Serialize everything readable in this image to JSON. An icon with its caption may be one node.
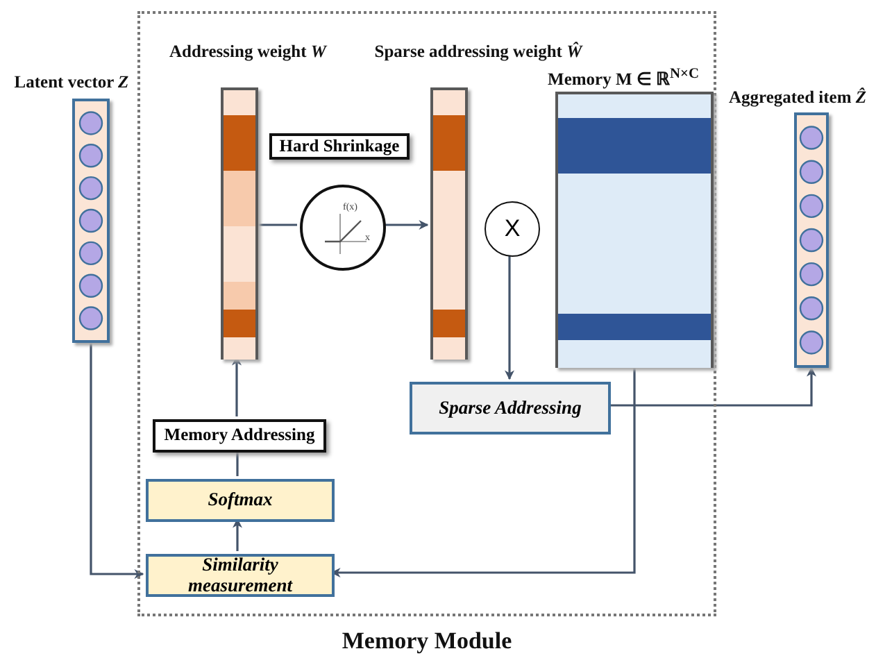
{
  "diagram": {
    "nodes": [
      {
        "text": [
          "Memory Module"
        ]
      },
      {
        "text": [
          "Latent vector *Z*"
        ]
      },
      {
        "text": [
          "Addressing weight *W*"
        ],
        "in": 0
      },
      {
        "text": [
          "Hard Shrinkage"
        ],
        "in": 0
      },
      {
        "text": [
          "f(x)",
          "x"
        ],
        "in": 0
      },
      {
        "text": [
          "Sparse addressing weight *Ŵ*"
        ],
        "in": 0
      },
      {
        "text": [
          "X"
        ],
        "in": 0
      },
      {
        "text": [
          "Memory M ∈ ℝ$^{N×C}$"
        ],
        "in": 0
      },
      {
        "text": [
          "Sparse Addressing"
        ],
        "in": 0
      },
      {
        "text": [
          "Memory Addressing"
        ],
        "in": 0
      },
      {
        "text": [
          "Softmax"
        ],
        "in": 0
      },
      {
        "text": [
          "Similarity measurement"
        ],
        "in": 0
      },
      {
        "text": [
          "Aggregated item *Ẑ*"
        ]
      }
    ],
    "edges": [
      {
        "from": 2,
        "to": 4,
        "arrow": "none"
      },
      {
        "from": 4,
        "to": 5,
        "arrow": "to"
      },
      {
        "from": 6,
        "to": 8,
        "arrow": "to"
      },
      {
        "from": 8,
        "to": 12,
        "arrow": "to"
      },
      {
        "from": 7,
        "to": 11,
        "arrow": "to"
      },
      {
        "from": 1,
        "to": 11,
        "arrow": "to"
      },
      {
        "from": 11,
        "to": 10,
        "arrow": "to"
      },
      {
        "from": 10,
        "to": 9,
        "arrow": "none"
      },
      {
        "from": 9,
        "to": 2,
        "arrow": "to"
      }
    ]
  }
}
